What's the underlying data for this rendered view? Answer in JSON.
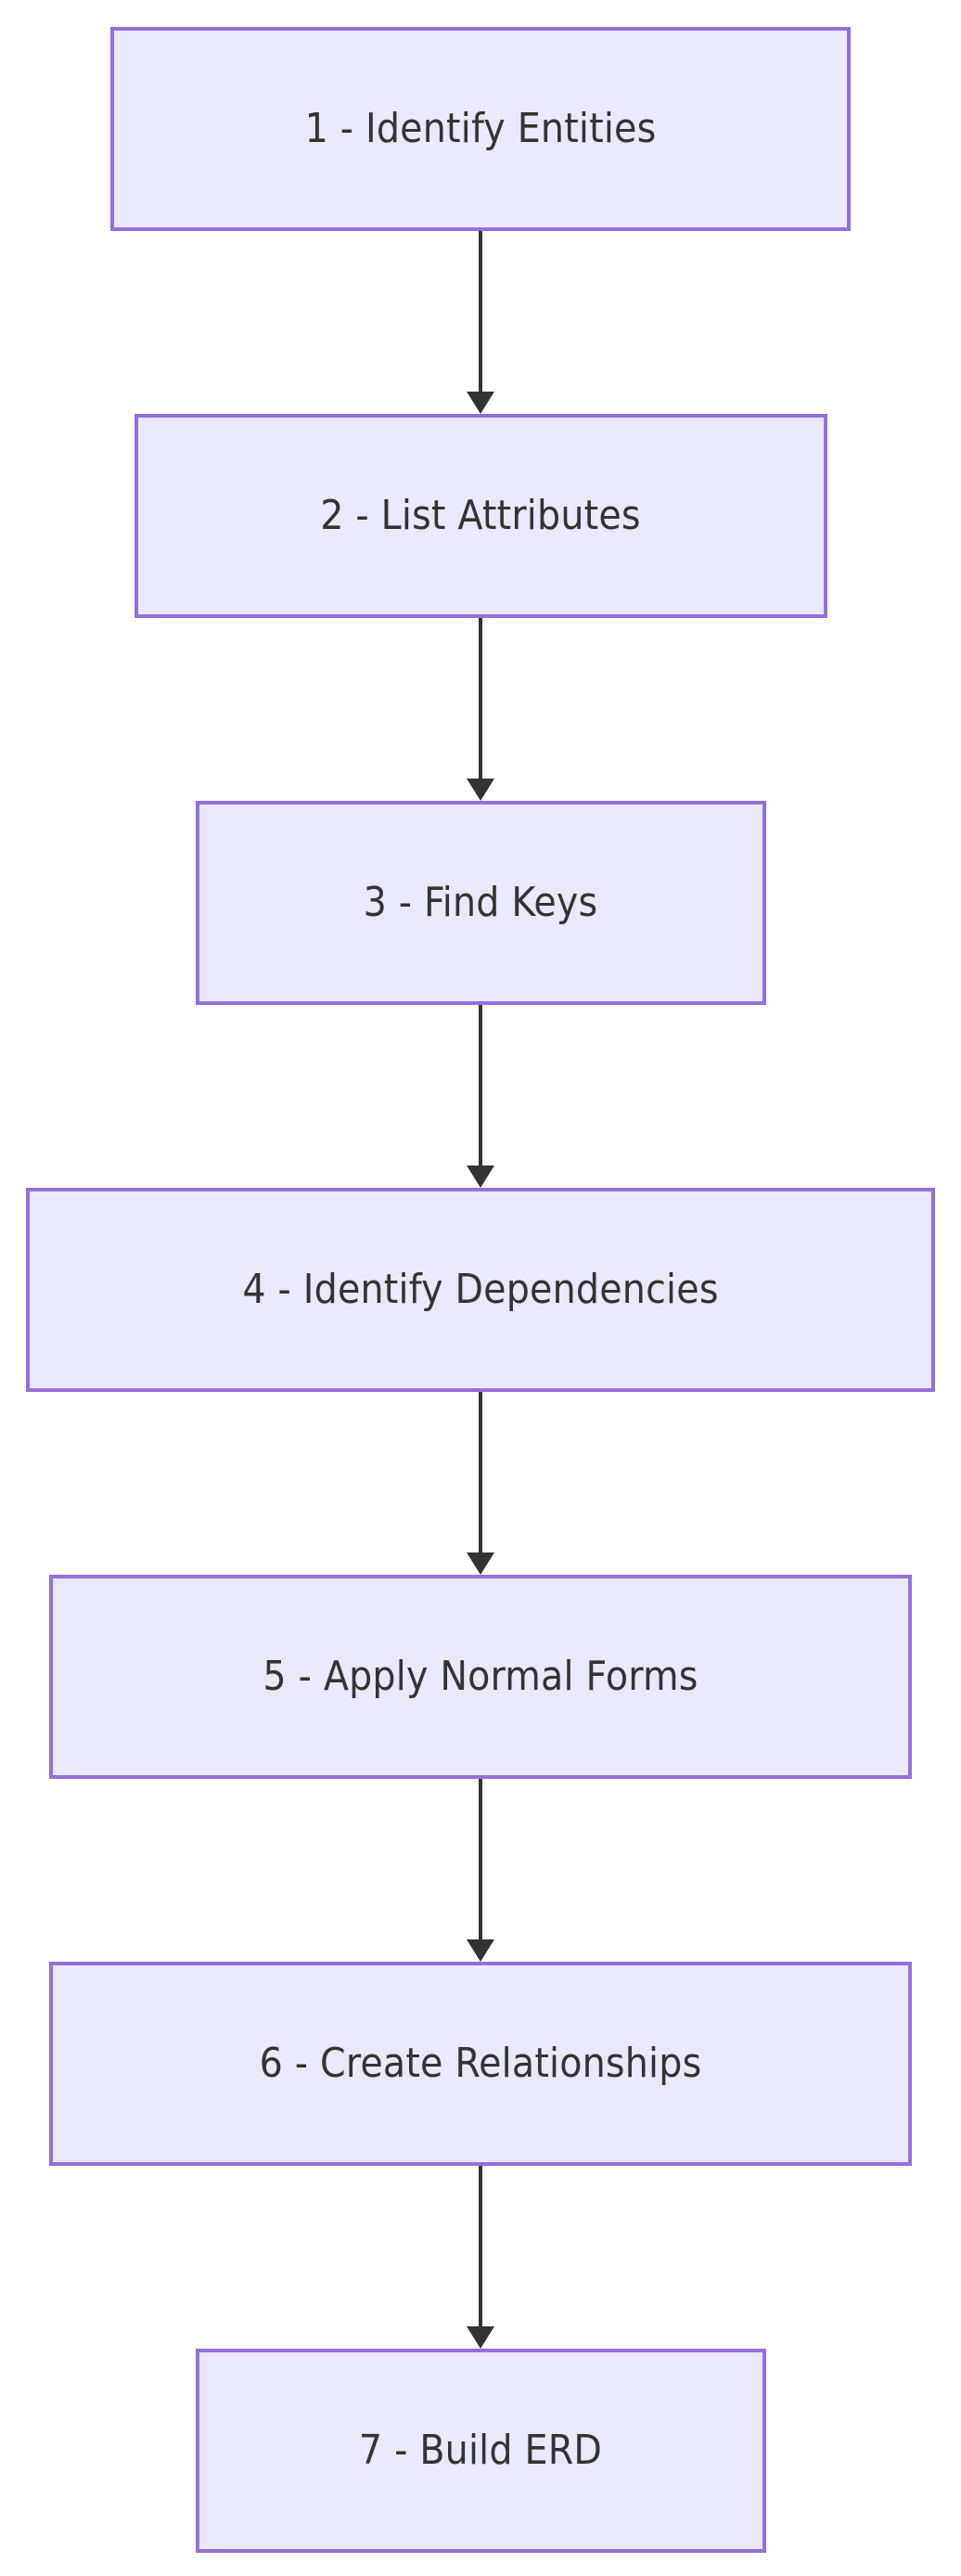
{
  "diagram": {
    "type": "flowchart",
    "orientation": "top-to-bottom",
    "colors": {
      "node_fill": "#EAE8FC",
      "node_border": "#9370DB",
      "node_text": "#333333",
      "edge": "#333333",
      "background": "#FFFFFF"
    },
    "nodes": [
      {
        "id": "n1",
        "step": "1",
        "label": "1 - Identify Entities"
      },
      {
        "id": "n2",
        "step": "2",
        "label": "2 - List Attributes"
      },
      {
        "id": "n3",
        "step": "3",
        "label": "3 - Find Keys"
      },
      {
        "id": "n4",
        "step": "4",
        "label": "4 - Identify Dependencies"
      },
      {
        "id": "n5",
        "step": "5",
        "label": "5 - Apply Normal Forms"
      },
      {
        "id": "n6",
        "step": "6",
        "label": "6 - Create Relationships"
      },
      {
        "id": "n7",
        "step": "7",
        "label": "7 - Build ERD"
      }
    ],
    "edges": [
      {
        "from": "n1",
        "to": "n2",
        "label": ""
      },
      {
        "from": "n2",
        "to": "n3",
        "label": ""
      },
      {
        "from": "n3",
        "to": "n4",
        "label": ""
      },
      {
        "from": "n4",
        "to": "n5",
        "label": ""
      },
      {
        "from": "n5",
        "to": "n6",
        "label": ""
      },
      {
        "from": "n6",
        "to": "n7",
        "label": ""
      }
    ]
  }
}
